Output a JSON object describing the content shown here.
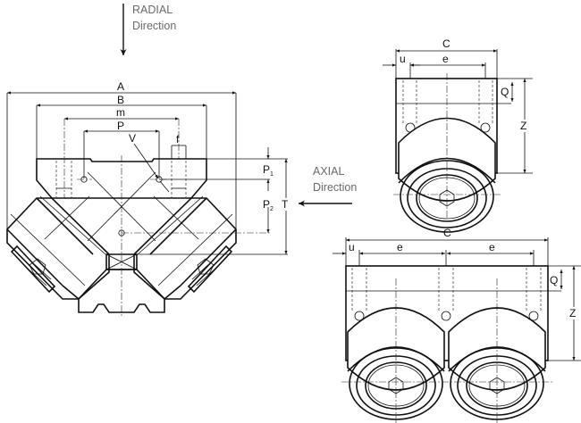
{
  "title": "Roller block dimension drawing",
  "directions": {
    "radial": {
      "line1": "RADIAL",
      "line2": "Direction"
    },
    "axial": {
      "line1": "AXIAL",
      "line2": "Direction"
    }
  },
  "front_view": {
    "dimensions": {
      "A": "A",
      "B": "B",
      "m": "m",
      "P": "P",
      "V": "V",
      "f": "f",
      "P1": {
        "base": "P",
        "sub": "1"
      },
      "P2": {
        "base": "P",
        "sub": "2"
      },
      "T": "T"
    }
  },
  "side_view_single": {
    "dimensions": {
      "C": "C",
      "u": "u",
      "e": "e",
      "Q": "Q",
      "Z": "Z"
    }
  },
  "side_view_double": {
    "dimensions": {
      "C": "C",
      "u": "u",
      "e1": "e",
      "e2": "e",
      "Q": "Q",
      "Z": "Z"
    }
  },
  "colors": {
    "line": "#111111",
    "direction_text": "#6a6a6a",
    "background": "#ffffff"
  }
}
